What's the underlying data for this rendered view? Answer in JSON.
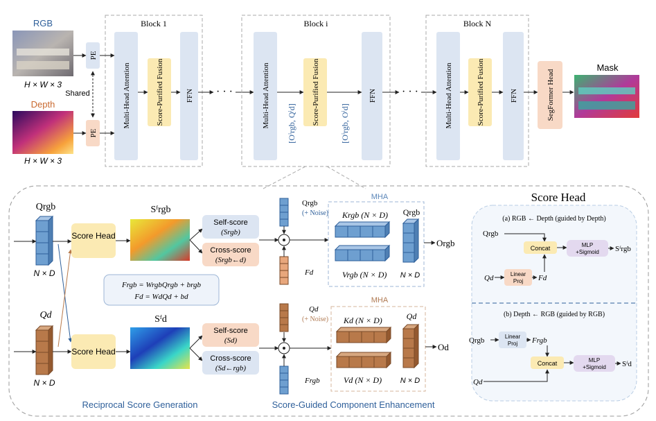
{
  "top": {
    "rgb_label": "RGB",
    "depth_label": "Depth",
    "dim_label": "H × W × 3",
    "shared_label": "Shared",
    "pe_label": "PE",
    "blocks": [
      {
        "title": "Block 1",
        "mha": "Multi-Head Attention",
        "spf": "Score-Purified Fusion",
        "ffn": "FFN"
      },
      {
        "title": "Block i",
        "mha": "Multi-Head Attention",
        "spf": "Score-Purified Fusion",
        "ffn": "FFN"
      },
      {
        "title": "Block N",
        "mha": "Multi-Head Attention",
        "spf": "Score-Purified Fusion",
        "ffn": "FFN"
      }
    ],
    "o_in_label": "[Oⁱrgb, Qⁱd]",
    "o_out_label": "[Oⁱrgb, Oⁱd]",
    "head_label": "SegFormer Head",
    "mask_label": "Mask"
  },
  "bottom": {
    "q_rgb": "Qrgb",
    "q_d": "Qd",
    "nd": "N × D",
    "score_head": "Score Head",
    "s_rgb": "Sᶠrgb",
    "s_d": "Sᶠd",
    "self_score": "Self-score",
    "cross_score": "Cross-score",
    "self_rgb_sym": "(Srgb)",
    "cross_rgb_sym": "(Srgb←d)",
    "self_d_sym": "(Sd)",
    "cross_d_sym": "(Sd←rgb)",
    "eq1": "Frgb = WrgbQrgb + brgb",
    "eq2": "Fd = WdQd + bd",
    "noise": "(+ Noise)",
    "f_d": "Fd",
    "f_rgb": "Frgb",
    "mha": "MHA",
    "k_rgb": "Krgb (N × D)",
    "v_rgb": "Vrgb (N × D)",
    "k_d": "Kd (N × D)",
    "v_d": "Vd (N × D)",
    "o_rgb": "Orgb",
    "o_d": "Od",
    "footer_left": "Reciprocal Score Generation",
    "footer_right": "Score-Guided Component Enhancement"
  },
  "score_head_panel": {
    "title": "Score Head",
    "a_title": "(a) RGB ← Depth (guided by Depth)",
    "b_title": "(b) Depth ← RGB (guided by RGB)",
    "concat": "Concat",
    "mlp1": "MLP",
    "mlp2": "+Sigmoid",
    "lin1": "Linear",
    "lin2": "Proj",
    "q_rgb": "Qrgb",
    "q_d": "Qd",
    "f_d": "Fd",
    "f_rgb": "Frgb",
    "s_rgb": "Sᶠrgb",
    "s_d": "Sᶠd"
  },
  "colors": {
    "blue_block": "#dce5f2",
    "yellow_block": "#fbeab3",
    "orange_block": "#f8d9c6",
    "cube_blue": "#6e9fd0",
    "cube_brown": "#b8794a",
    "mha_blue": "#5b86b8",
    "mha_brown": "#b07a52",
    "footer_blue": "#2e5f9a"
  }
}
